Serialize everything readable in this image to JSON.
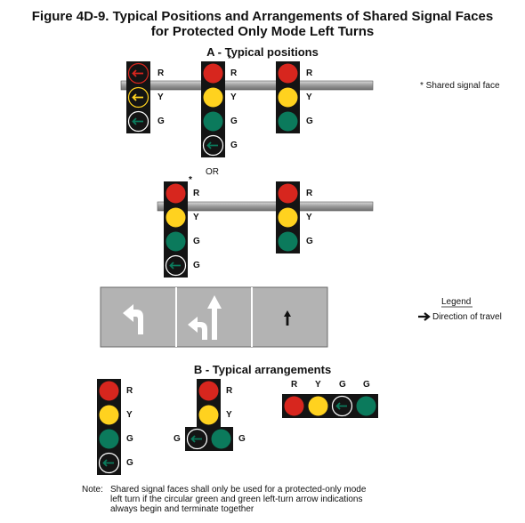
{
  "figure_title_line1": "Figure 4D-9. Typical Positions and Arrangements of Shared Signal Faces",
  "figure_title_line2": "for Protected Only Mode Left Turns",
  "section_a_title": "A - Typical positions",
  "section_b_title": "B - Typical arrangements",
  "or_label": "OR",
  "asterisk": "*",
  "shared_note": "* Shared signal face",
  "legend": {
    "title": "Legend",
    "direction_label": "Direction of travel"
  },
  "lamp_labels": {
    "red": "R",
    "yellow": "Y",
    "green": "G"
  },
  "note": {
    "prefix": "Note:",
    "line1": "Shared signal faces shall only be used for a protected-only mode",
    "line2": "left turn if the circular green and green left-turn arrow indications",
    "line3": "always begin and terminate together"
  },
  "colors": {
    "red": "#d7261e",
    "yellow": "#ffd21f",
    "green": "#0b7a5c",
    "signal_housing": "#141414",
    "pavement": "#b3b3b3",
    "mast_arm": "#9a9a9a"
  },
  "icons": [
    "left-arrow-lamp-icon",
    "left-turn-arrow-icon",
    "left-through-arrow-icon",
    "through-arrow-icon",
    "direction-arrow-icon"
  ]
}
